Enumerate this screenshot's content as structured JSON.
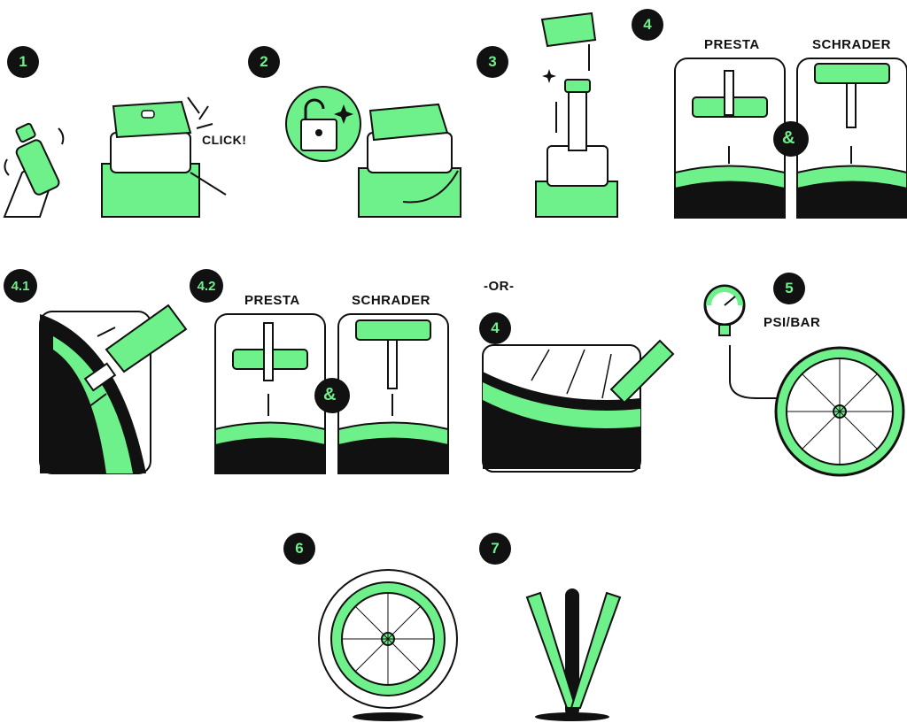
{
  "colors": {
    "accent": "#6ef08a",
    "ink": "#111111",
    "paper": "#ffffff"
  },
  "steps": {
    "s1": "1",
    "s2": "2",
    "s3": "3",
    "s4": "4",
    "s4_1": "4.1",
    "s4_2": "4.2",
    "s4b": "4",
    "s5": "5",
    "s6": "6",
    "s7": "7"
  },
  "labels": {
    "click": "CLICK!",
    "presta_top": "PRESTA",
    "schrader_top": "SCHRADER",
    "presta_mid": "PRESTA",
    "schrader_mid": "SCHRADER",
    "or": "-OR-",
    "psi_bar": "PSI/BAR",
    "amp_top": "&",
    "amp_mid": "&"
  },
  "icons": [
    "sealant-bottle-icon",
    "valve-cap-icon",
    "unlock-icon",
    "sparkle-icon",
    "valve-core-tool-icon",
    "pressure-gauge-icon",
    "wheel-icon",
    "rotate-arrow-icon"
  ]
}
